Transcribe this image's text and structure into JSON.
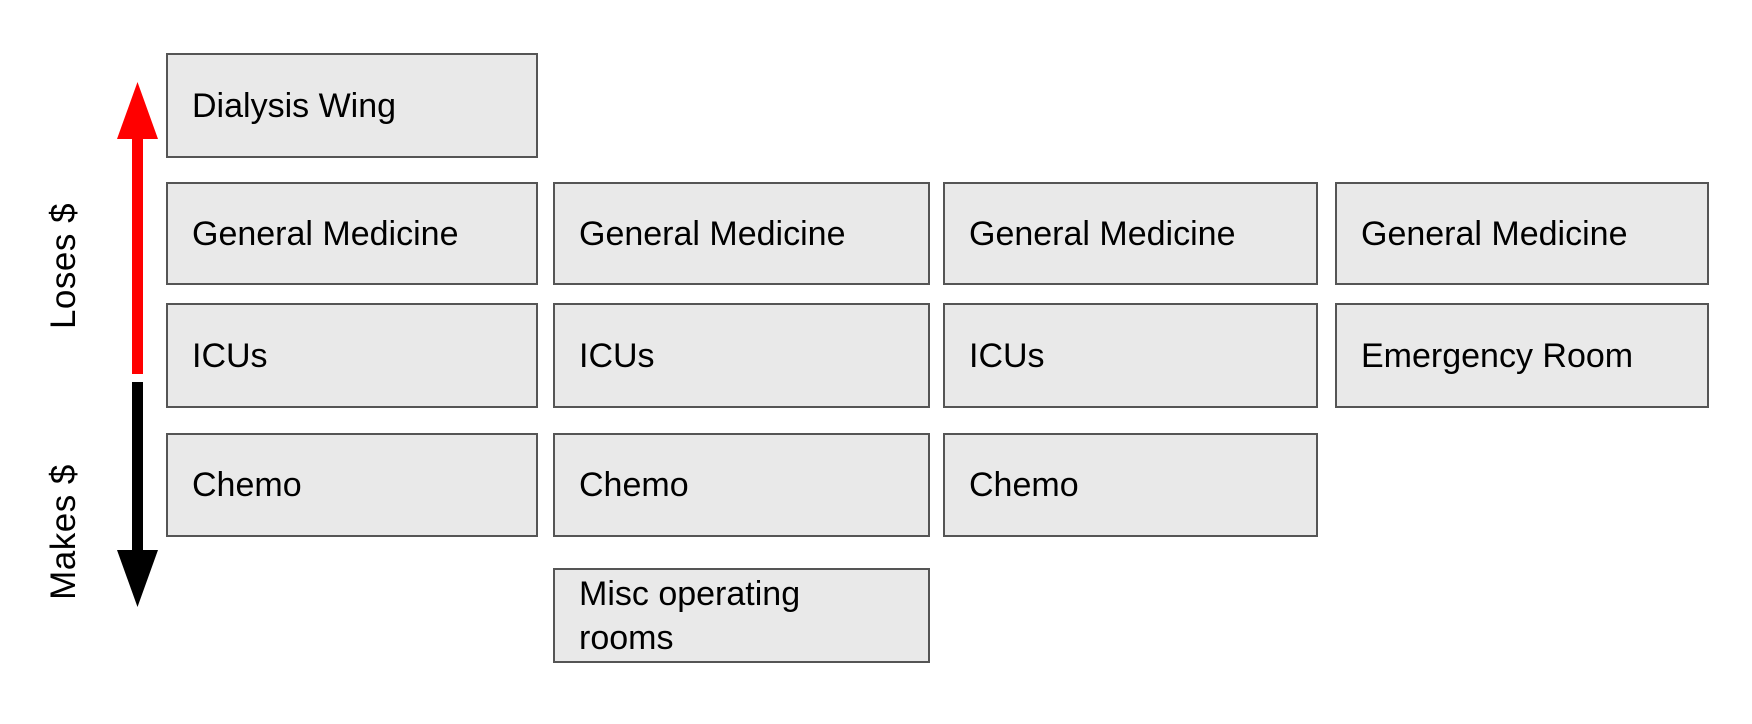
{
  "diagram": {
    "axis": {
      "top_label": "Loses $",
      "bottom_label": "Makes $"
    },
    "grid": {
      "rows": [
        {
          "cells": [
            {
              "label": "Dialysis Wing"
            }
          ]
        },
        {
          "cells": [
            {
              "label": "General Medicine"
            },
            {
              "label": "General Medicine"
            },
            {
              "label": "General Medicine"
            },
            {
              "label": "General Medicine"
            }
          ]
        },
        {
          "cells": [
            {
              "label": "ICUs"
            },
            {
              "label": "ICUs"
            },
            {
              "label": "ICUs"
            },
            {
              "label": "Emergency Room"
            }
          ]
        },
        {
          "cells": [
            {
              "label": "Chemo"
            },
            {
              "label": "Chemo"
            },
            {
              "label": "Chemo"
            }
          ]
        },
        {
          "cells": [
            {
              "label": "Misc operating\nrooms"
            }
          ]
        }
      ]
    },
    "colors": {
      "loses_arrow": "#ff0000",
      "makes_arrow": "#000000",
      "box_fill": "#e9e9e9",
      "box_border": "#555555",
      "label_text": "#000000",
      "background": "#ffffff"
    }
  }
}
